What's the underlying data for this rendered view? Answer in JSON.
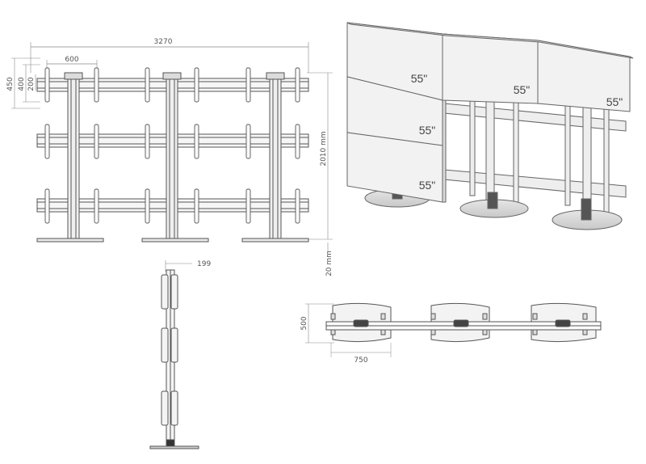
{
  "front_view": {
    "total_width": "3270",
    "panel_spacing": "600",
    "top_offset": "450",
    "rail_gap_400": "400",
    "rail_gap_200": "200",
    "total_height": "2010 mm",
    "base_height": "20 mm"
  },
  "side_view": {
    "depth": "199"
  },
  "top_view": {
    "base_depth": "500",
    "base_width": "750"
  },
  "perspective": {
    "screen_labels": [
      "55\"",
      "55\"",
      "55\"",
      "55\"",
      "55\""
    ]
  },
  "colors": {
    "line": "#555555",
    "dim_line": "#888888",
    "screen_fill": "#f2f2f2",
    "base_fill": "#dddddd"
  }
}
